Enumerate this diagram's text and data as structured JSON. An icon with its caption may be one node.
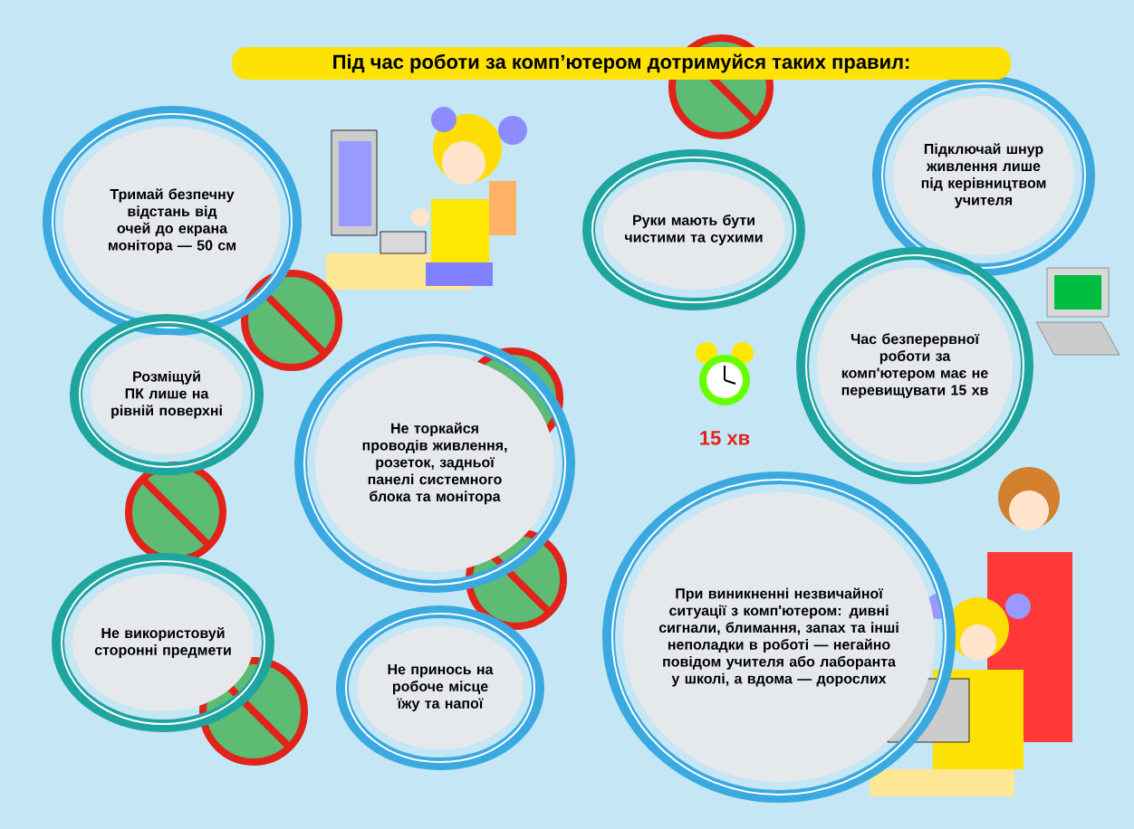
{
  "diagram": {
    "title": "Під час роботи за комп’ютером дотримуйся таких правил:",
    "nodes": [
      {
        "text": [
          "Тримай безпечну відстань від очей до екрана монітора — 50 см"
        ]
      },
      {
        "text": [
          "Руки мають бути чистими та сухими"
        ]
      },
      {
        "text": [
          "Підключай шнур живлення лише під керівництвом учителя"
        ]
      },
      {
        "text": [
          "Розміщуй ПК лише на рівній поверхні"
        ]
      },
      {
        "text": [
          "Не торкайся проводів живлення, розеток, задньої панелі системного блока та монітора"
        ]
      },
      {
        "text": [
          "Час безперервної роботи за комп'ютером має не перевищувати 15 хв"
        ]
      },
      {
        "text": [
          "Не використовуй сторонні предмети"
        ]
      },
      {
        "text": [
          "Не принось на робоче місце їжу та напої"
        ]
      },
      {
        "text": [
          "При виникненні незвичайної ситуації з комп'ютером: дивні сигнали, блимання, запах та інші неполадки в роботі — негайно повідом учителя або лаборанта у школі, а вдома — дорослих"
        ]
      }
    ],
    "labels": [
      "15 хв"
    ]
  }
}
